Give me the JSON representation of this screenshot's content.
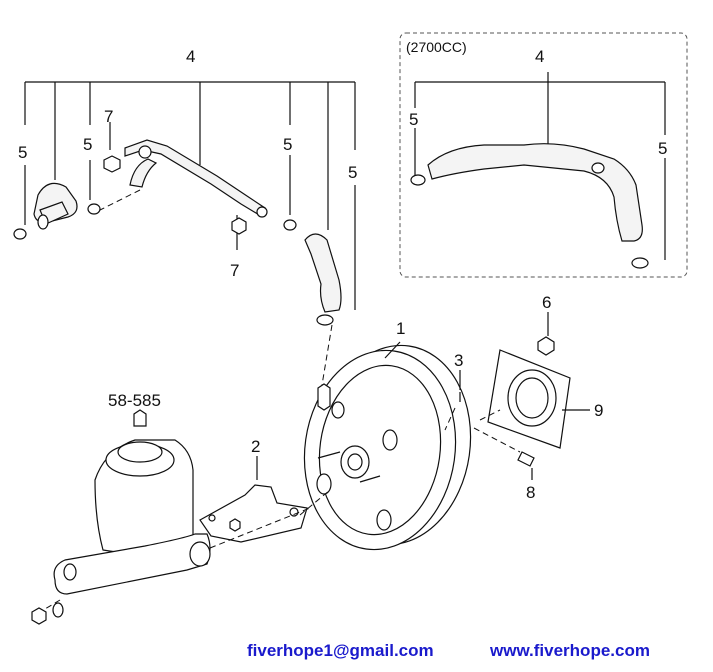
{
  "inset": {
    "title": "(2700CC)"
  },
  "callouts": {
    "hose_assembly": "4",
    "clamp": "5",
    "nut_small": "7",
    "booster": "1",
    "bracket": "2",
    "stud": "3",
    "nut": "6",
    "pin": "8",
    "gasket": "9",
    "reservoir_cap": "58-585"
  },
  "footer": {
    "email": "fiverhope1@gmail.com",
    "website": "www.fiverhope.com"
  }
}
